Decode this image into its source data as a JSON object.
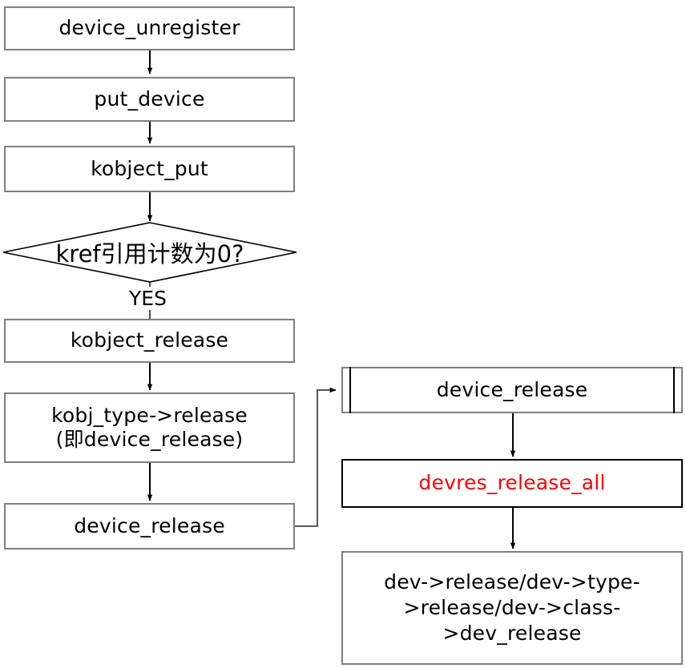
{
  "diagram": {
    "title": "device_unregister release flow",
    "colors": {
      "box_border": "#7f7f7f",
      "subroutine_rail": "#000000",
      "text": "#000000",
      "highlight_text": "#ff0000",
      "connector": "#595959",
      "background": "#ffffff"
    },
    "left_column": {
      "nodes": [
        {
          "id": "device_unregister",
          "label": "device_unregister",
          "shape": "process"
        },
        {
          "id": "put_device",
          "label": "put_device",
          "shape": "process"
        },
        {
          "id": "kobject_put",
          "label": "kobject_put",
          "shape": "process"
        },
        {
          "id": "kref_check",
          "label": "kref引用计数为0?",
          "shape": "decision"
        },
        {
          "id": "kobject_release",
          "label": "kobject_release",
          "shape": "process"
        },
        {
          "id": "kobj_type_release",
          "label": "kobj_type->release\n(即device_release)",
          "shape": "process"
        },
        {
          "id": "device_release_left",
          "label": "device_release",
          "shape": "process"
        }
      ],
      "edge_labels": [
        {
          "id": "yes",
          "label": "YES",
          "from": "kref_check",
          "to": "kobject_release"
        }
      ]
    },
    "right_column": {
      "nodes": [
        {
          "id": "device_release_sub",
          "label": "device_release",
          "shape": "subroutine",
          "text_color": "#000000"
        },
        {
          "id": "devres_release_all",
          "label": "devres_release_all",
          "shape": "process",
          "text_color": "#ff0000"
        },
        {
          "id": "dev_release_chain",
          "label": "dev->release/dev->type->release/dev->class->dev_release",
          "shape": "process",
          "text_color": "#000000"
        }
      ]
    },
    "flow": [
      {
        "from": "device_unregister",
        "to": "put_device",
        "type": "straight-down"
      },
      {
        "from": "put_device",
        "to": "kobject_put",
        "type": "straight-down"
      },
      {
        "from": "kobject_put",
        "to": "kref_check",
        "type": "straight-down"
      },
      {
        "from": "kref_check",
        "to": "kobject_release",
        "type": "straight-down",
        "label": "YES"
      },
      {
        "from": "kobject_release",
        "to": "kobj_type_release",
        "type": "straight-down"
      },
      {
        "from": "kobj_type_release",
        "to": "device_release_left",
        "type": "straight-down"
      },
      {
        "from": "device_release_left",
        "to": "device_release_sub",
        "type": "elbow-right-up"
      },
      {
        "from": "device_release_sub",
        "to": "devres_release_all",
        "type": "straight-down"
      },
      {
        "from": "devres_release_all",
        "to": "dev_release_chain",
        "type": "straight-down"
      }
    ]
  }
}
